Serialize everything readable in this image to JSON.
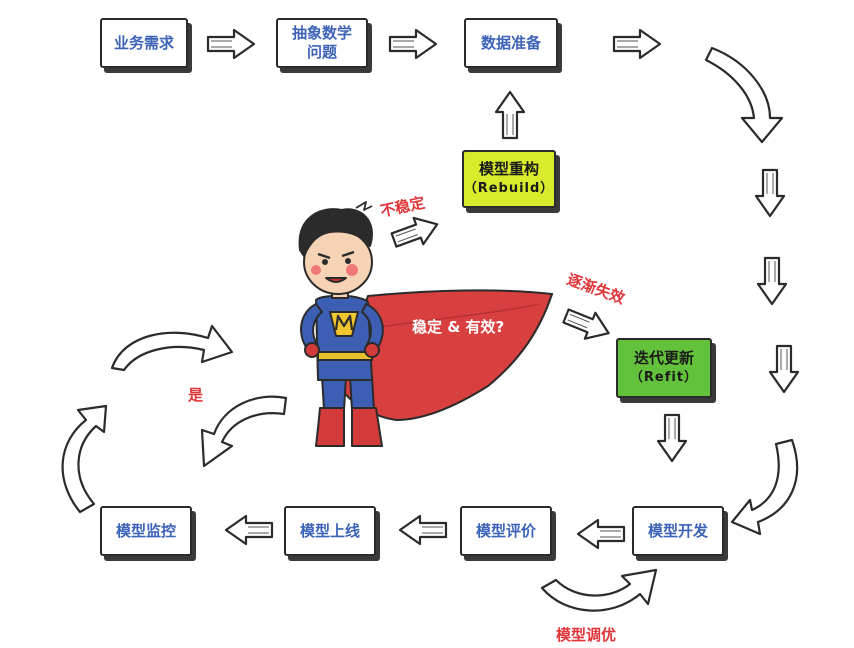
{
  "boxes": {
    "requirement": "业务需求",
    "abstract_line1": "抽象数学",
    "abstract_line2": "问题",
    "data_prep": "数据准备",
    "rebuild_line1": "模型重构",
    "rebuild_line2": "（Rebuild）",
    "refit_line1": "迭代更新",
    "refit_line2": "（Refit）",
    "develop": "模型开发",
    "evaluate": "模型评价",
    "deploy": "模型上线",
    "monitor": "模型监控"
  },
  "notes": {
    "unstable": "不稳定",
    "degrading": "逐渐失效",
    "yes": "是",
    "tuning": "模型调优",
    "stable_question": "稳定 & 有效?"
  },
  "colors": {
    "box_text": "#3d63b8",
    "note_text": "#e0363a",
    "rebuild_fill": "#d8ec2c",
    "refit_fill": "#63c23b",
    "cape": "#d8403f"
  }
}
